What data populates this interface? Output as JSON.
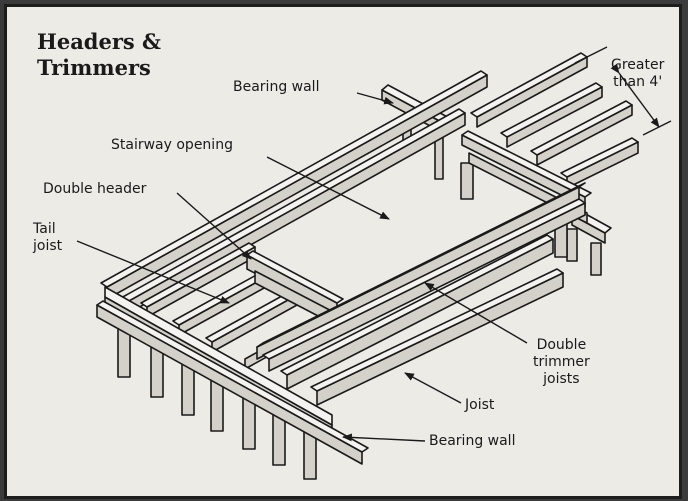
{
  "figure": {
    "title_lines": [
      "Headers &",
      "Trimmers"
    ]
  },
  "labels": {
    "bearing_wall_top": "Bearing wall",
    "greater_line1": "Greater",
    "greater_line2": "than 4'",
    "stairway_opening": "Stairway opening",
    "double_header": "Double header",
    "tail_joist_line1": "Tail",
    "tail_joist_line2": "joist",
    "double_trimmer_line1": "Double",
    "double_trimmer_line2": "trimmer",
    "double_trimmer_line3": "joists",
    "joist": "Joist",
    "bearing_wall_bottom": "Bearing wall"
  },
  "colors": {
    "background": "#ecebe6",
    "wood_top": "#f4f3ef",
    "wood_side": "#d3d1c9",
    "ink": "#1a1a1a",
    "frame": "#1d1d1d"
  }
}
